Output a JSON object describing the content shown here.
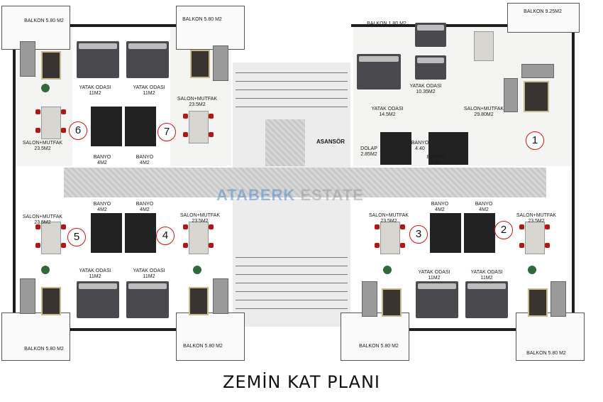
{
  "title": "ZEMİN KAT PLANI",
  "watermark": {
    "brand": "ATABERK",
    "suffix": "ESTATE"
  },
  "elevator_label": "ASANSÖR",
  "units": [
    {
      "number": "1"
    },
    {
      "number": "2"
    },
    {
      "number": "3"
    },
    {
      "number": "4"
    },
    {
      "number": "5"
    },
    {
      "number": "6"
    },
    {
      "number": "7"
    }
  ],
  "labels": {
    "balkon_580": "BALKON 5.80 M2",
    "balkon_180": "BALKON 1.80 M2",
    "balkon_925": "BALKON 9.25M2",
    "yatak_11": "YATAK ODASI\n11M2",
    "yatak_1035": "YATAK ODASI\n10.35M2",
    "yatak_145": "YATAK ODASI\n14.5M2",
    "salon_235": "SALON+MUTFAK\n23.5M2",
    "salon_2980": "SALON+MUTFAK\n29.80M2",
    "banyo_4": "BANYO\n4M2",
    "banyo_440": "BANYO\n4.40",
    "banyo_485": "BANYO\n4.85",
    "dolap": "DOLAP\n2.85M2"
  },
  "colors": {
    "wall": "#1d1d1d",
    "marker": "#d11111",
    "chair": "#b01818",
    "stair": "#c0392b"
  }
}
